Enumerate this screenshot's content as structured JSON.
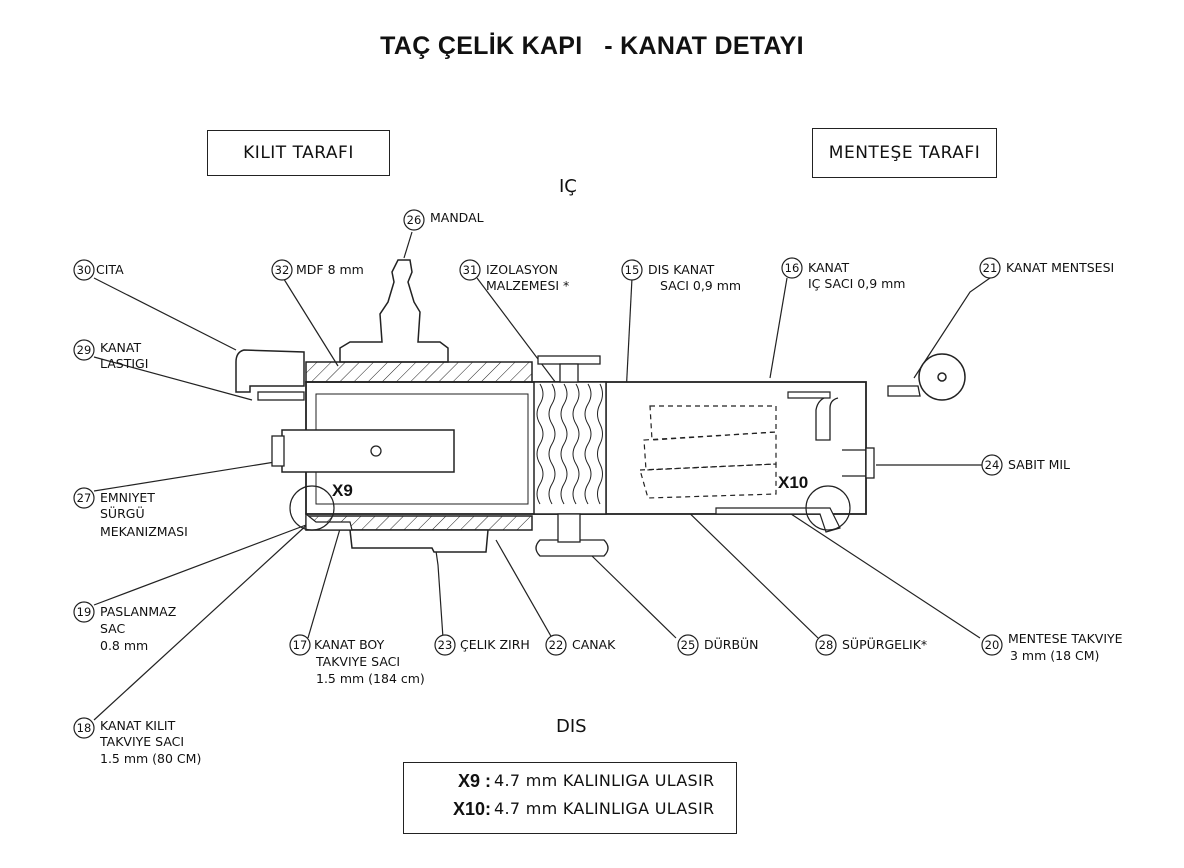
{
  "title": "TAÇ ÇELİK KAPI   - KANAT DETAYI",
  "sides": {
    "lock_side": "KILIT TARAFI",
    "hinge_side": "MENTEŞE TARAFI",
    "inside": "IÇ",
    "outside": "DIS"
  },
  "callouts": [
    {
      "id": "c26",
      "number": "26",
      "lines": [
        "MANDAL"
      ]
    },
    {
      "id": "c30",
      "number": "30",
      "lines": [
        "CITA"
      ]
    },
    {
      "id": "c32",
      "number": "32",
      "lines": [
        "MDF 8 mm"
      ]
    },
    {
      "id": "c31",
      "number": "31",
      "lines": [
        "IZOLASYON",
        "MALZEMESI *"
      ]
    },
    {
      "id": "c15",
      "number": "15",
      "lines": [
        "DIS KANAT",
        "SACI 0,9 mm"
      ]
    },
    {
      "id": "c16",
      "number": "16",
      "lines": [
        "KANAT",
        "IÇ SACI 0,9 mm"
      ]
    },
    {
      "id": "c21",
      "number": "21",
      "lines": [
        "KANAT MENTSESI"
      ]
    },
    {
      "id": "c29",
      "number": "29",
      "lines": [
        "KANAT",
        "LASTIGI"
      ]
    },
    {
      "id": "c24",
      "number": "24",
      "lines": [
        "SABIT MIL"
      ]
    },
    {
      "id": "c27",
      "number": "27",
      "lines": [
        "EMNIYET",
        "SÜRGÜ",
        "MEKANIZMASI"
      ]
    },
    {
      "id": "c19",
      "number": "19",
      "lines": [
        "PASLANMAZ",
        "SAC",
        "0.8 mm"
      ]
    },
    {
      "id": "c17",
      "number": "17",
      "lines": [
        "KANAT BOY",
        "TAKVIYE SACI",
        "1.5 mm (184 cm)"
      ]
    },
    {
      "id": "c23",
      "number": "23",
      "lines": [
        "ÇELIK ZIRH"
      ]
    },
    {
      "id": "c22",
      "number": "22",
      "lines": [
        "CANAK"
      ]
    },
    {
      "id": "c25",
      "number": "25",
      "lines": [
        "DÜRBÜN"
      ]
    },
    {
      "id": "c28",
      "number": "28",
      "lines": [
        "SÜPÜRGELIK*"
      ]
    },
    {
      "id": "c20",
      "number": "20",
      "lines": [
        "MENTESE TAKVIYE",
        "3 mm (18 CM)"
      ]
    },
    {
      "id": "c18",
      "number": "18",
      "lines": [
        "KANAT KILIT",
        "TAKVIYE SACI",
        "1.5 mm (80 CM)"
      ]
    }
  ],
  "markers": {
    "x9": "X9",
    "x10": "X10"
  },
  "notes": [
    {
      "key": "X9 :",
      "text": "4.7 mm KALINLIGA ULASIR"
    },
    {
      "key": "X10:",
      "text": "4.7 mm KALINLIGA ULASIR"
    }
  ]
}
